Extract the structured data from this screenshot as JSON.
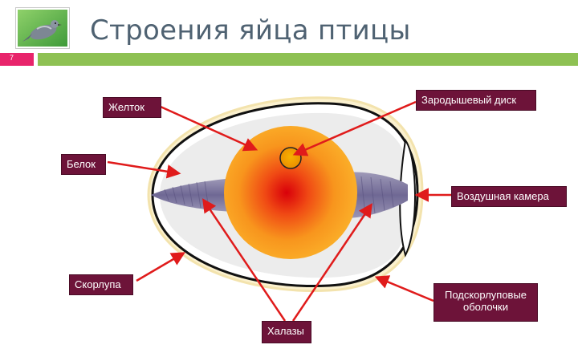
{
  "title": "Строения яйца птицы",
  "slide_number": "7",
  "labels": {
    "yolk": "Желток",
    "white": "Белок",
    "germinal_disc": "Зародышевый диск",
    "air_cell": "Воздушная камера",
    "shell": "Скорлупа",
    "shell_membranes": "Подскорлуповые оболочки",
    "chalazae": "Халазы"
  },
  "colors": {
    "title": "#4f6272",
    "label_bg": "#6d1339",
    "arrow": "#e01b1b",
    "accent_green": "#8ec153",
    "accent_pink": "#e8246b"
  },
  "icons": {
    "logo": "pigeon-icon"
  }
}
